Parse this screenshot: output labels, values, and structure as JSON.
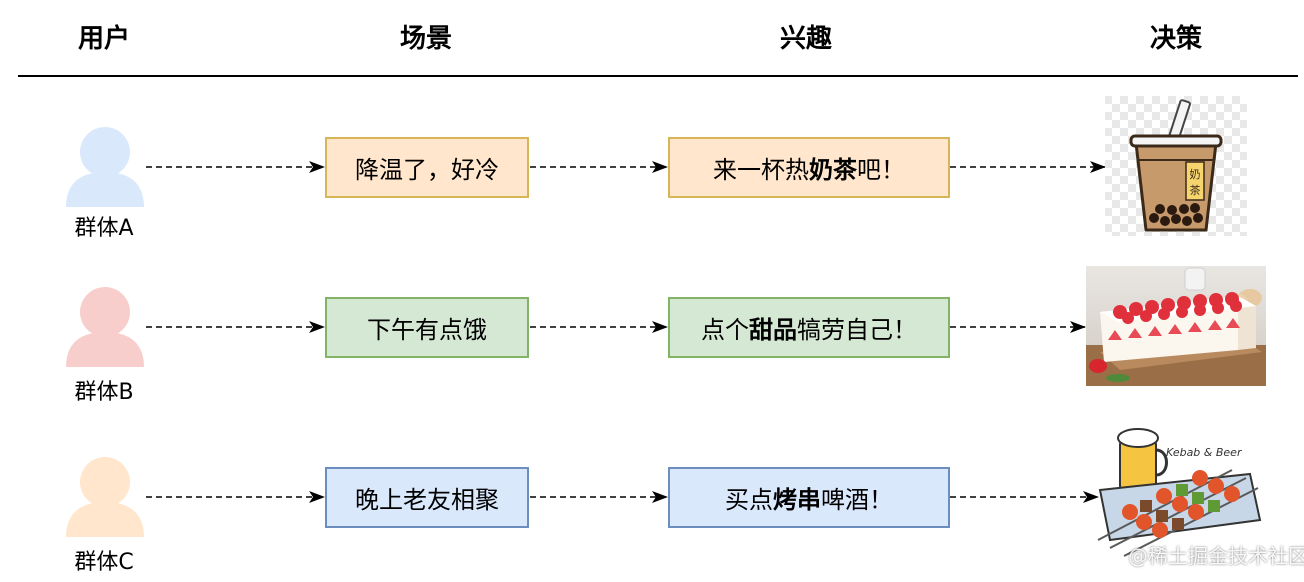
{
  "headers": {
    "user": "用户",
    "scene": "场景",
    "interest": "兴趣",
    "decision": "决策"
  },
  "rows": [
    {
      "group": "群体A",
      "avatar_color": "#dae8fc",
      "scene": "降温了，好冷",
      "interest_pre": "来一杯热",
      "interest_bold": "奶茶",
      "interest_post": "吧！",
      "box_style": "orange",
      "decision_icon": "milk-tea-icon",
      "cup_label": "奶茶"
    },
    {
      "group": "群体B",
      "avatar_color": "#f8cecc",
      "scene": "下午有点饿",
      "interest_pre": "点个",
      "interest_bold": "甜品",
      "interest_post": "犒劳自己！",
      "box_style": "green",
      "decision_icon": "strawberry-cake-icon"
    },
    {
      "group": "群体C",
      "avatar_color": "#ffe6cc",
      "scene": "晚上老友相聚",
      "interest_pre": "买点",
      "interest_bold": "烤串",
      "interest_post": "啤酒！",
      "box_style": "blue",
      "decision_icon": "kebab-beer-icon",
      "sign_text": "Kebab & Beer"
    }
  ],
  "watermark": "@稀土掘金技术社区"
}
